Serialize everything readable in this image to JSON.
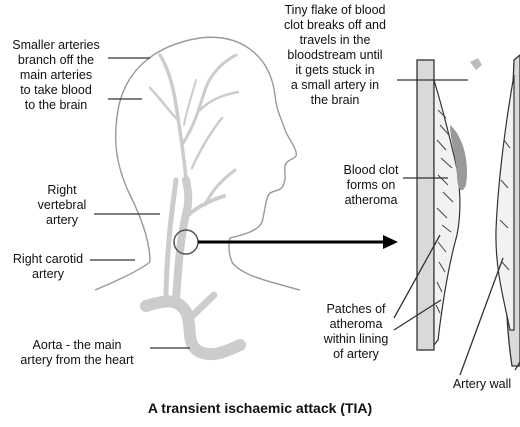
{
  "labels": {
    "smaller_arteries": [
      "Smaller arteries",
      "branch off the",
      "main arteries",
      "to take blood",
      "to the brain"
    ],
    "flake": [
      "Tiny flake of blood",
      "clot breaks off and",
      "travels in the",
      "bloodstream until",
      "it gets stuck in",
      "a small artery in",
      "the brain"
    ],
    "blood_clot": [
      "Blood clot",
      "forms on",
      "atheroma"
    ],
    "right_vertebral": [
      "Right",
      "vertebral",
      "artery"
    ],
    "right_carotid": [
      "Right carotid",
      "artery"
    ],
    "aorta": [
      "Aorta - the main",
      "artery from the heart"
    ],
    "patches": [
      "Patches of",
      "atheroma",
      "within lining",
      "of artery"
    ],
    "artery_wall": "Artery wall"
  },
  "title": "A transient ischaemic attack (TIA)",
  "colors": {
    "artery": "#cccccc",
    "line": "#444444",
    "clot": "#999999",
    "wall": "#d9d9d9"
  }
}
